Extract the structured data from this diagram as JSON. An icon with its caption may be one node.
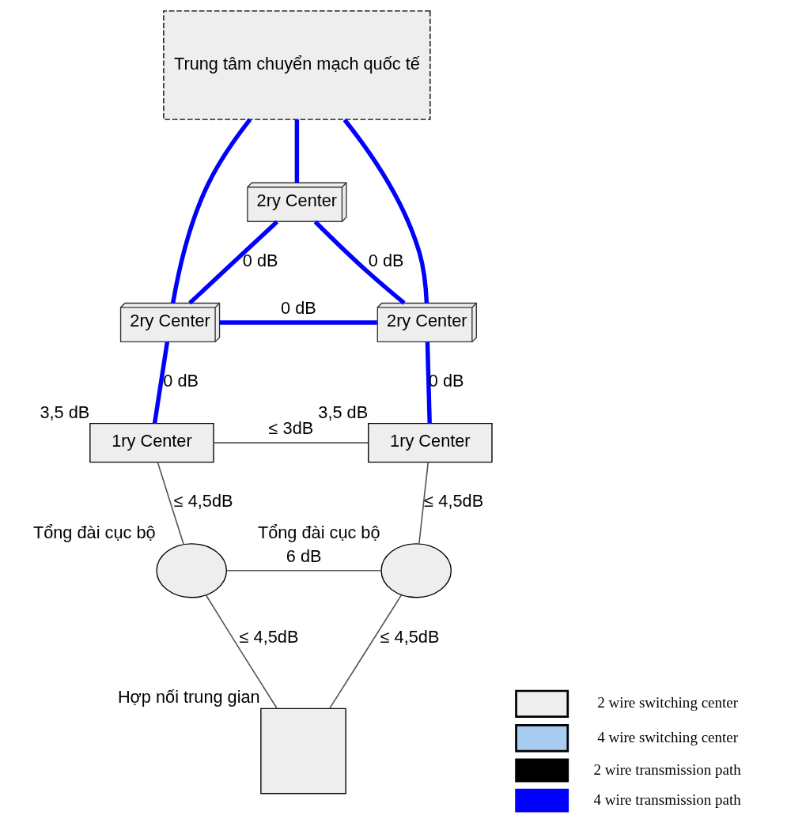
{
  "diagram": {
    "nodes": [
      {
        "text": [
          "Trung tâm chuyển mạch quốc tế"
        ]
      },
      {
        "text": [
          "2ry Center"
        ]
      },
      {
        "text": [
          "2ry Center"
        ]
      },
      {
        "text": [
          "2ry Center"
        ]
      },
      {
        "text": [
          "1ry Center"
        ],
        "beside": [
          "3,5 dB"
        ]
      },
      {
        "text": [
          "1ry Center"
        ],
        "beside": [
          "3,5 dB"
        ]
      },
      {
        "text": [],
        "shape": "circle",
        "beside": [
          "Tổng đài cục bộ"
        ]
      },
      {
        "text": [],
        "shape": "circle",
        "beside": [
          "Tổng đài cục bộ"
        ]
      },
      {
        "text": [],
        "shape": "box",
        "beside": [
          "Hợp nối trung gian"
        ]
      }
    ],
    "edges": [
      {
        "from": 0,
        "to": 2,
        "arrow": "none"
      },
      {
        "from": 0,
        "to": 1,
        "arrow": "none"
      },
      {
        "from": 0,
        "to": 3,
        "arrow": "none"
      },
      {
        "from": 1,
        "to": 2,
        "arrow": "none",
        "label": "0 dB"
      },
      {
        "from": 1,
        "to": 3,
        "arrow": "none",
        "label": "0 dB"
      },
      {
        "from": 2,
        "to": 3,
        "arrow": "none",
        "label": "0 dB"
      },
      {
        "from": 2,
        "to": 4,
        "arrow": "none",
        "label": "0 dB"
      },
      {
        "from": 3,
        "to": 5,
        "arrow": "none",
        "label": "0 dB"
      },
      {
        "from": 4,
        "to": 5,
        "arrow": "none",
        "label": "≤ 3dB",
        "color": "#555555"
      },
      {
        "from": 4,
        "to": 6,
        "arrow": "none",
        "label": "≤ 4,5dB",
        "color": "#555555"
      },
      {
        "from": 5,
        "to": 7,
        "arrow": "none",
        "label": "≤ 4,5dB",
        "color": "#555555"
      },
      {
        "from": 6,
        "to": 7,
        "arrow": "none",
        "label": "6 dB",
        "color": "#555555"
      },
      {
        "from": 6,
        "to": 8,
        "arrow": "none",
        "label": "≤ 4,5dB",
        "color": "#555555"
      },
      {
        "from": 7,
        "to": 8,
        "arrow": "none",
        "label": "≤ 4,5dB",
        "color": "#555555"
      }
    ],
    "legend": [
      {
        "text": "2 wire switching center"
      },
      {
        "text": "4 wire switching center"
      },
      {
        "text": "2 wire transmission path"
      },
      {
        "text": "4 wire transmission path"
      }
    ]
  }
}
